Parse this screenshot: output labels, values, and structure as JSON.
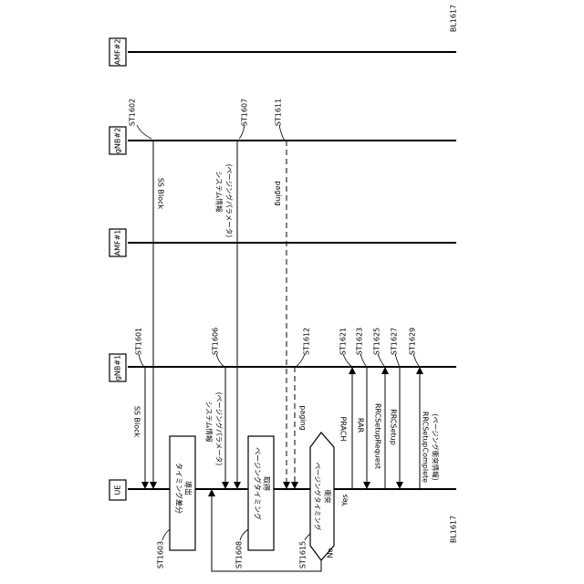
{
  "entities": {
    "ue": "UE",
    "gnb1": "gNB#1",
    "amf1": "AMF#1",
    "gnb2": "gNB#2",
    "amf2": "AMF#2"
  },
  "boundary": {
    "top": "BL1617",
    "bottom": "BL1617"
  },
  "steps": {
    "st1601": "ST1601",
    "st1602": "ST1602",
    "st1603": "ST1603",
    "st1606": "ST1606",
    "st1607": "ST1607",
    "st1608": "ST1608",
    "st1611": "ST1611",
    "st1612": "ST1612",
    "st1615": "ST1615",
    "st1621": "ST1621",
    "st1623": "ST1623",
    "st1625": "ST1625",
    "st1627": "ST1627",
    "st1629": "ST1629"
  },
  "messages": {
    "ss_block_2": "SS Block",
    "sysinfo_2_line1": "システム情報",
    "sysinfo_2_line2": "(ページングパラメータ)",
    "paging_2": "paging",
    "ss_block_1": "SS Block",
    "sysinfo_1_line1": "システム情報",
    "sysinfo_1_line2": "(ページングパラメータ)",
    "paging_1": "paging",
    "prach": "PRACH",
    "rar": "RAR",
    "rrc_setup_request": "RRCSetupRequest",
    "rrc_setup": "RRCSetup",
    "rrc_setup_complete_line1": "RRCSetupComplete",
    "rrc_setup_complete_line2": "(ページング衝突情報)"
  },
  "processes": {
    "st1603_line1": "タイミング差分",
    "st1603_line2": "導出",
    "st1608_line1": "ページングタイミング",
    "st1608_line2": "取得"
  },
  "decision": {
    "line1": "ページングタイミング",
    "line2": "衝突",
    "yes": "Yes",
    "no": "No"
  }
}
